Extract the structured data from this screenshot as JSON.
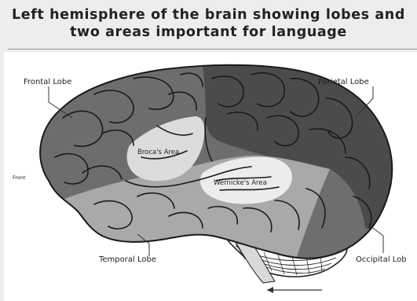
{
  "title": {
    "line1": "Left hemisphere of the brain showing lobes and",
    "line2": "two areas important for language"
  },
  "labels": {
    "frontal_lobe": "Frontal Lobe",
    "parietal_lobe": "Parietal Lobe",
    "temporal_lobe": "Temporal Lobe",
    "occipital_lobe": "Occipital Lob",
    "brocas_area": "Broca's Area",
    "wernickes_area": "Wernicke's Area",
    "front": "Front"
  },
  "colors": {
    "frontal": "#6d6d6d",
    "parietal": "#4b4b4b",
    "temporal": "#a9a9a9",
    "occipital": "#6e6e6e",
    "brocas": "#dcdcdc",
    "wernickes": "#ececec",
    "cerebellum": "#ffffff",
    "outline": "#1a1a1a"
  }
}
